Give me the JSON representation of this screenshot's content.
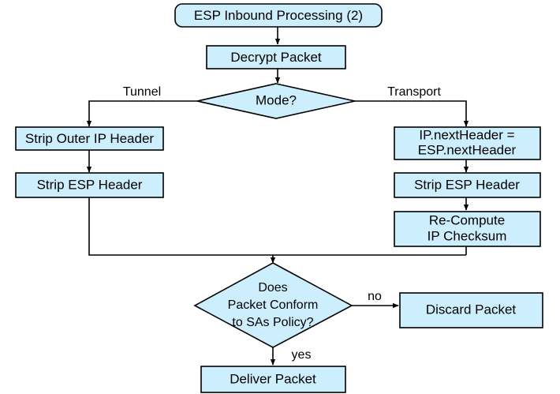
{
  "diagram": {
    "title": "ESP Inbound Processing (2)",
    "type": "flowchart",
    "style": {
      "node_fill": "#cdeefc",
      "node_stroke": "#000000",
      "background": "#ffffff",
      "text_color": "#000000"
    },
    "nodes": {
      "start": {
        "label": "ESP Inbound Processing (2)",
        "shape": "terminator"
      },
      "decrypt": {
        "label": "Decrypt Packet",
        "shape": "process"
      },
      "mode": {
        "label": "Mode?",
        "shape": "decision"
      },
      "strip_outer_ip": {
        "label": "Strip Outer IP Header",
        "shape": "process"
      },
      "strip_esp_tunnel": {
        "label": "Strip ESP Header",
        "shape": "process"
      },
      "next_header": {
        "line1": "IP.nextHeader =",
        "line2": "ESP.nextHeader",
        "shape": "process"
      },
      "strip_esp_transport": {
        "label": "Strip ESP Header",
        "shape": "process"
      },
      "recompute": {
        "line1": "Re-Compute",
        "line2": "IP Checksum",
        "shape": "process"
      },
      "conform": {
        "line1": "Does",
        "line2": "Packet Conform",
        "line3": "to SAs Policy?",
        "shape": "decision"
      },
      "discard": {
        "label": "Discard Packet",
        "shape": "process"
      },
      "deliver": {
        "label": "Deliver Packet",
        "shape": "process"
      }
    },
    "edge_labels": {
      "tunnel": "Tunnel",
      "transport": "Transport",
      "no": "no",
      "yes": "yes"
    }
  }
}
